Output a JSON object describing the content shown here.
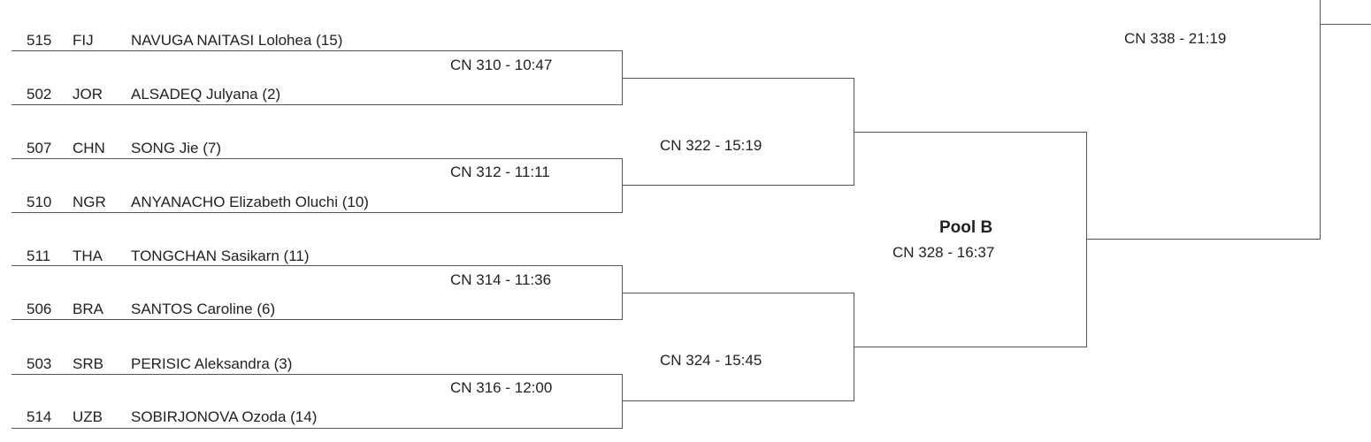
{
  "entries": [
    {
      "num": "515",
      "noc": "FIJ",
      "name": "NAVUGA NAITASI Lolohea (15)"
    },
    {
      "num": "502",
      "noc": "JOR",
      "name": "ALSADEQ Julyana (2)"
    },
    {
      "num": "507",
      "noc": "CHN",
      "name": "SONG Jie (7)"
    },
    {
      "num": "510",
      "noc": "NGR",
      "name": "ANYANACHO Elizabeth Oluchi (10)"
    },
    {
      "num": "511",
      "noc": "THA",
      "name": "TONGCHAN Sasikarn (11)"
    },
    {
      "num": "506",
      "noc": "BRA",
      "name": "SANTOS Caroline (6)"
    },
    {
      "num": "503",
      "noc": "SRB",
      "name": "PERISIC Aleksandra (3)"
    },
    {
      "num": "514",
      "noc": "UZB",
      "name": "SOBIRJONOVA Ozoda (14)"
    }
  ],
  "round1": [
    "CN 310 - 10:47",
    "CN 312 - 11:11",
    "CN 314 - 11:36",
    "CN 316 - 12:00"
  ],
  "round2": [
    "CN 322 - 15:19",
    "CN 324 - 15:45"
  ],
  "pool": {
    "title": "Pool B",
    "contest": "CN 328 - 16:37"
  },
  "final": "CN 338 - 21:19"
}
